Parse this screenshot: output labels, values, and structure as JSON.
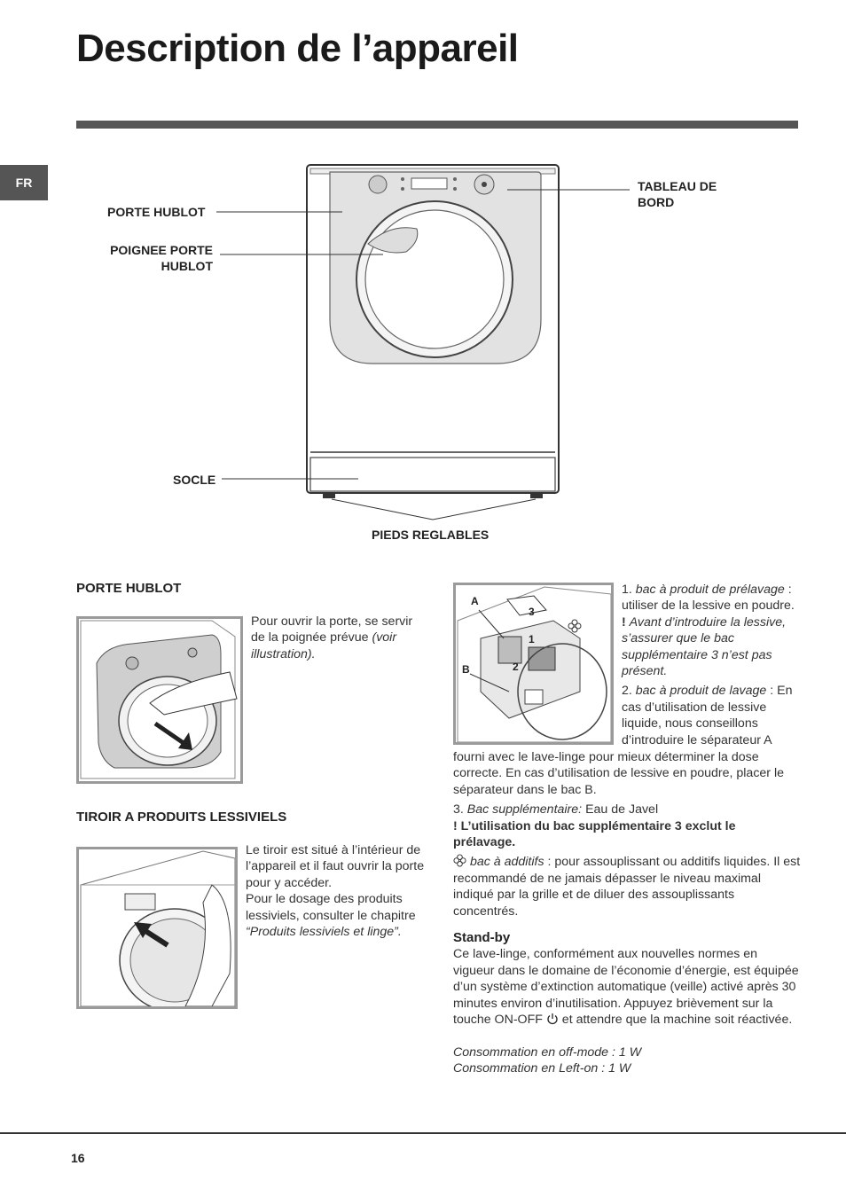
{
  "title": "Description de l’appareil",
  "lang_tab": "FR",
  "diagram_labels": {
    "porte_hublot": "PORTE HUBLOT",
    "poignee_1": "POIGNEE PORTE",
    "poignee_2": "HUBLOT",
    "tableau_1": "TABLEAU DE",
    "tableau_2": "BORD",
    "socle": "SOCLE",
    "pieds": "PIEDS REGLABLES"
  },
  "porte_section": {
    "heading": "PORTE HUBLOT",
    "text_1": "Pour ouvrir la porte, se servir de la poignée prévue ",
    "text_2": "(voir illustration)."
  },
  "tiroir_section": {
    "heading": "TIROIR A PRODUITS LESSIVIELS",
    "text_1": "Le tiroir est situé à l’intérieur de l’appareil et il faut ouvrir la porte pour y accéder.",
    "text_2": "Pour le dosage des produits lessiviels, consulter le chapitre ",
    "text_3": "“Produits lessiviels et linge”."
  },
  "drawer_figure": {
    "label_a": "A",
    "label_b": "B",
    "label_1": "1",
    "label_2": "2",
    "label_3": "3"
  },
  "right_column": {
    "item1_num": "1. ",
    "item1_name": "bac à produit de prélavage",
    "item1_rest": " : utiliser de la lessive en poudre.",
    "item1_warn_mark": "! ",
    "item1_warn": "Avant d’introduire la lessive, s’assurer que le bac supplémentaire 3 n’est pas présent.",
    "item2_num": "2. ",
    "item2_name": "bac à produit de lavage",
    "item2_rest_1": " : En cas d’utilisation de lessive liquide, nous conseillons d’introduire le séparateur ",
    "item2_sep": "A",
    "item2_rest_2": "fourni avec le lave-linge pour mieux déterminer la dose correcte. En cas d’utilisation de lessive en poudre, placer le séparateur dans le bac ",
    "item2_bac": "B",
    "item2_end": ".",
    "item3_num": "3. ",
    "item3_name": "Bac supplémentaire:",
    "item3_rest": " Eau de Javel",
    "item3_warn": "! L’utilisation du bac supplémentaire 3 exclut le prélavage.",
    "additif_name": "bac à additifs",
    "additif_rest": " : pour assouplissant ou additifs liquides. Il est recommandé de ne jamais dépasser le niveau maximal indiqué par la grille et de diluer des assouplissants concentrés.",
    "standby_heading": "Stand-by",
    "standby_1": "Ce lave-linge, conformément aux nouvelles normes en vigueur dans le domaine de l’économie d’énergie, est équipée d’un système d’extinction automatique (veille) activé après 30 minutes environ d’inutilisation. Appuyez brièvement sur la touche ON-OFF ",
    "standby_2": " et attendre que la machine soit réactivée.",
    "conso_off": "Consommation en off-mode : 1 W",
    "conso_left": "Consommation en Left-on : 1 W"
  },
  "page_number": "16",
  "icons": {
    "flower": "flower-icon",
    "power": "power-icon"
  }
}
